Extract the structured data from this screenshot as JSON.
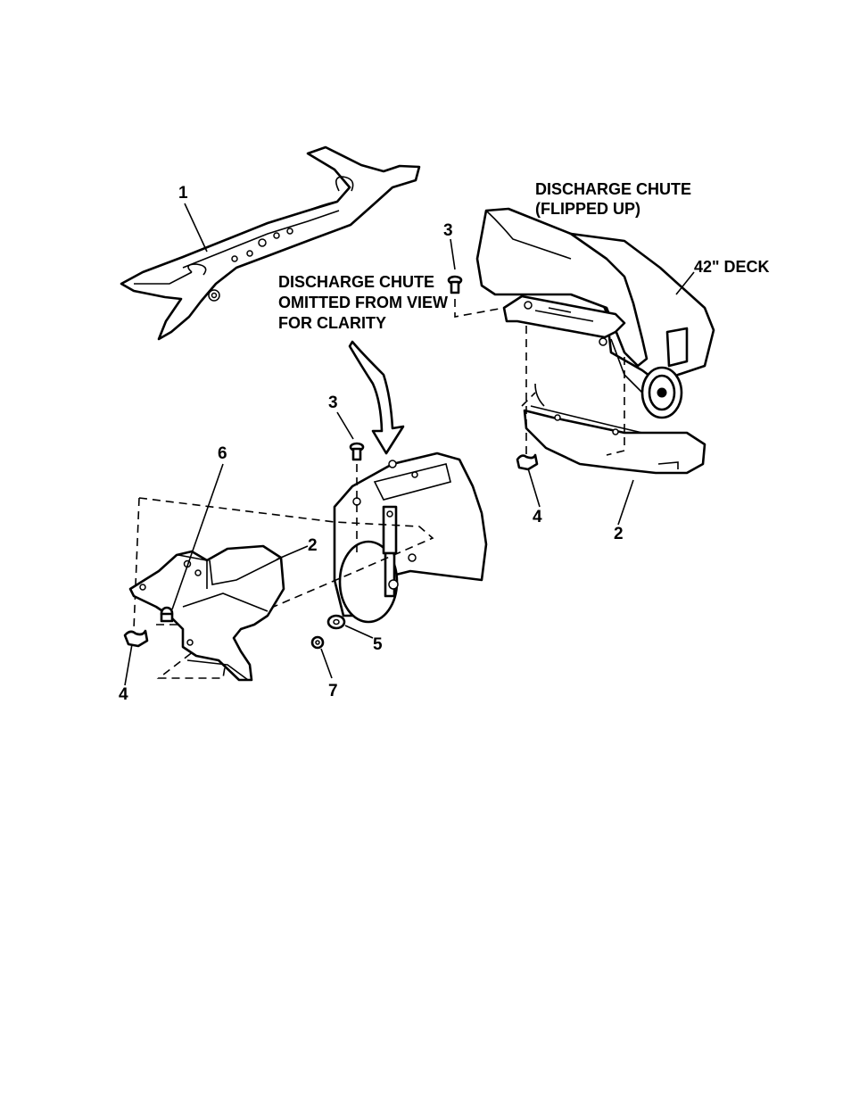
{
  "labels": {
    "chute_flipped_line1": "DISCHARGE CHUTE",
    "chute_flipped_line2": "(FLIPPED UP)",
    "deck": "42\" DECK",
    "omitted_line1": "DISCHARGE CHUTE",
    "omitted_line2": "OMITTED FROM VIEW",
    "omitted_line3": "FOR CLARITY"
  },
  "callouts": {
    "blade": "1",
    "screw_right": "3",
    "screw_center": "3",
    "mulch_plate_left": "2",
    "mulch_plate_right": "2",
    "wing_nut_left": "4",
    "wing_nut_right": "4",
    "washer": "5",
    "bolt": "6",
    "nut": "7"
  }
}
